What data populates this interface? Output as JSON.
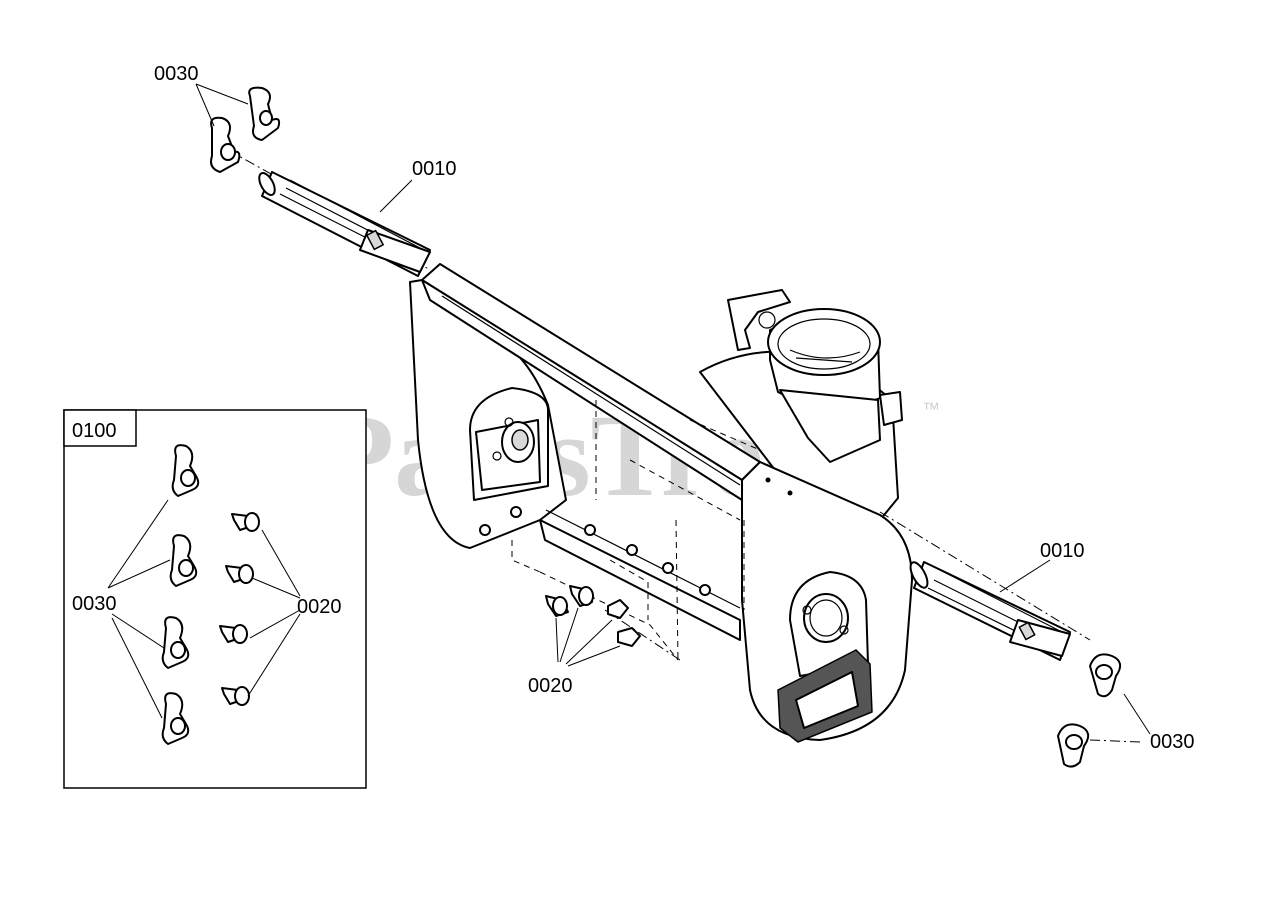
{
  "watermark": {
    "text": "PartsTree",
    "trademark": "™"
  },
  "inset": {
    "label": "0100"
  },
  "callouts": {
    "part_0010": "0010",
    "part_0020": "0020",
    "part_0030": "0030"
  }
}
